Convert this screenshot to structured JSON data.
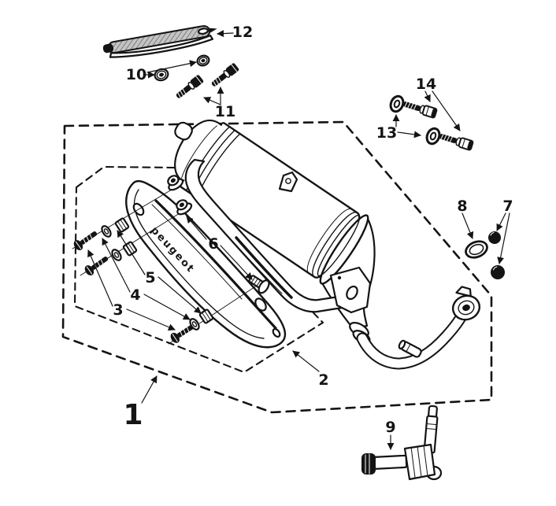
{
  "diagram": {
    "subject": "exhaust-muffler-exploded-parts-diagram",
    "brand_text": "peugeot",
    "colors": {
      "line": "#141414",
      "background": "#ffffff",
      "gasket_gray": "#c4c4c4",
      "gasket_hatch": "#6b6b6b"
    },
    "labels": [
      {
        "text": "1"
      },
      {
        "text": "2"
      },
      {
        "text": "3"
      },
      {
        "text": "4"
      },
      {
        "text": "5"
      },
      {
        "text": "6"
      },
      {
        "text": "7"
      },
      {
        "text": "8"
      },
      {
        "text": "9"
      },
      {
        "text": "10"
      },
      {
        "text": "11"
      },
      {
        "text": "12"
      },
      {
        "text": "13"
      },
      {
        "text": "14"
      }
    ],
    "parts": [
      {
        "label": "1",
        "name": "complete-exhaust-assembly"
      },
      {
        "label": "2",
        "name": "heat-shield"
      },
      {
        "label": "3",
        "name": "shield-screws"
      },
      {
        "label": "4",
        "name": "shield-washers"
      },
      {
        "label": "5",
        "name": "shield-spacers"
      },
      {
        "label": "6",
        "name": "mounting-flange-nuts"
      },
      {
        "label": "7",
        "name": "dome-nuts"
      },
      {
        "label": "8",
        "name": "exhaust-gasket-ring"
      },
      {
        "label": "9",
        "name": "secondary-air-valve"
      },
      {
        "label": "10",
        "name": "small-nuts"
      },
      {
        "label": "11",
        "name": "socket-head-bolts"
      },
      {
        "label": "12",
        "name": "shield-gasket-strip"
      },
      {
        "label": "13",
        "name": "flat-washers"
      },
      {
        "label": "14",
        "name": "flange-socket-bolts"
      }
    ]
  }
}
